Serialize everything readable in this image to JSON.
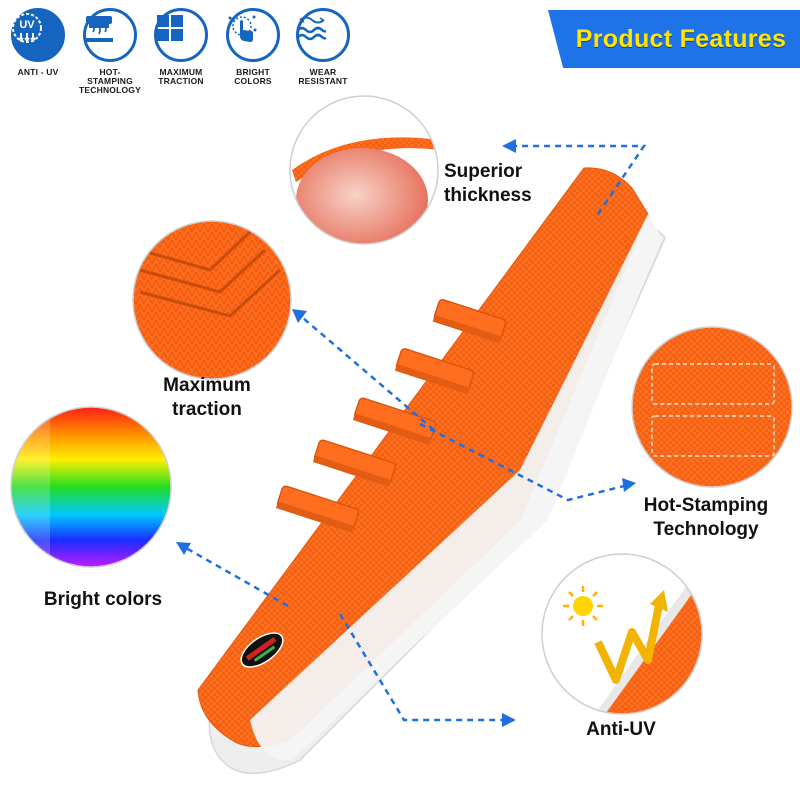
{
  "icons": [
    {
      "label_1": "ANTI - UV",
      "label_2": "",
      "glyph": "UV"
    },
    {
      "label_1": "HOT-STAMPING",
      "label_2": "TECHNOLOGY",
      "glyph": ""
    },
    {
      "label_1": "MAXIMUM",
      "label_2": "TRACTION",
      "glyph": ""
    },
    {
      "label_1": "BRIGHT COLORS",
      "label_2": "",
      "glyph": ""
    },
    {
      "label_1": "WEAR",
      "label_2": "RESISTANT",
      "glyph": ""
    }
  ],
  "banner": {
    "title": "Product Features"
  },
  "features": {
    "thickness": {
      "line_1": "Superior",
      "line_2": "thickness"
    },
    "traction": {
      "line_1": "Maximum",
      "line_2": "traction"
    },
    "hot_stamping": {
      "line_1": "Hot-Stamping",
      "line_2": "Technology"
    },
    "colors": {
      "line_1": "Bright colors"
    },
    "anti_uv": {
      "line_1": "Anti-UV"
    }
  },
  "colors": {
    "accent_blue": "#1e73e8",
    "banner_text": "#ffe600",
    "seat_orange": "#ff6d1f",
    "arrow_blue": "#1f6fe0"
  }
}
